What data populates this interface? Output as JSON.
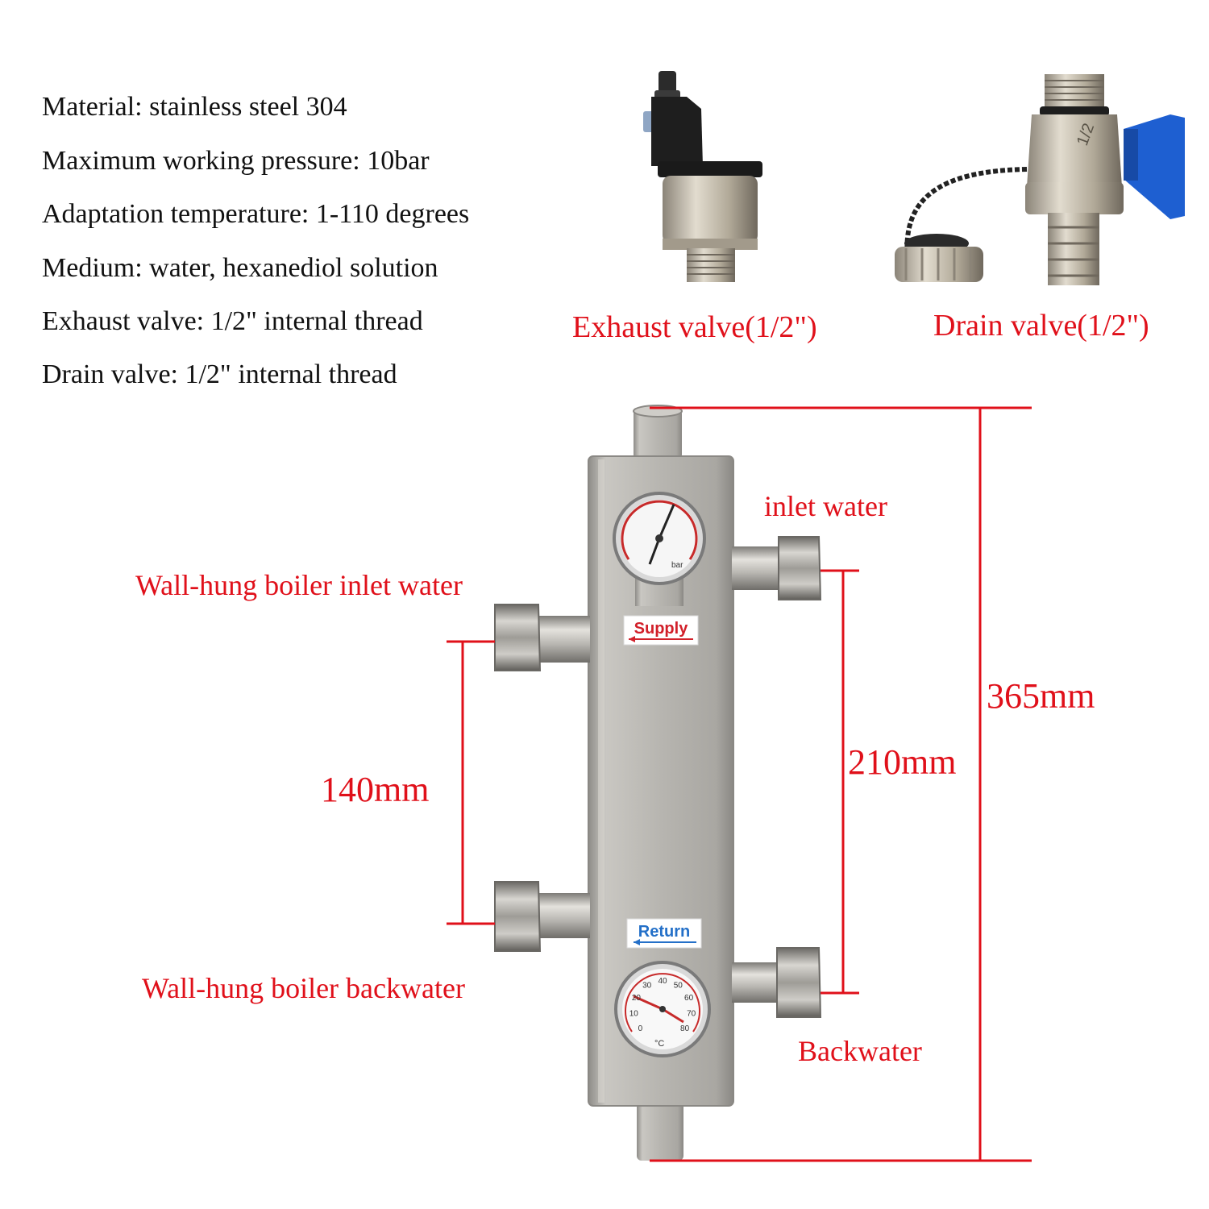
{
  "specs": [
    "Material: stainless steel 304",
    "Maximum working pressure: 10bar",
    "Adaptation temperature: 1-110 degrees",
    "Medium: water, hexanediol solution",
    "Exhaust valve: 1/2\" internal thread",
    "Drain valve: 1/2\" internal thread"
  ],
  "accessories": {
    "exhaust_valve": {
      "caption": "Exhaust valve(1/2\")",
      "icon": "air-vent-valve-icon",
      "marking": ""
    },
    "drain_valve": {
      "caption": "Drain valve(1/2\")",
      "icon": "drain-ball-valve-icon",
      "marking": "1/2"
    }
  },
  "ports": {
    "inlet_water": "inlet water",
    "boiler_inlet": "Wall-hung boiler inlet water",
    "boiler_backwater": "Wall-hung boiler backwater",
    "backwater": "Backwater"
  },
  "stickers": {
    "supply": "Supply",
    "return": "Return"
  },
  "gauges": {
    "pressure": {
      "icon": "pressure-gauge-icon",
      "unit": "bar"
    },
    "thermometer": {
      "icon": "thermometer-icon",
      "unit": "°C",
      "ticks": [
        "0",
        "10",
        "20",
        "30",
        "40",
        "50",
        "60",
        "70",
        "80"
      ]
    }
  },
  "dimensions": {
    "total_height": "365mm",
    "right_spacing": "210mm",
    "left_spacing": "140mm"
  },
  "colors": {
    "dimension_red": "#e0101a",
    "steel": "#b4b2ad",
    "supply_text": "#d2202a",
    "return_text": "#2470c8"
  }
}
